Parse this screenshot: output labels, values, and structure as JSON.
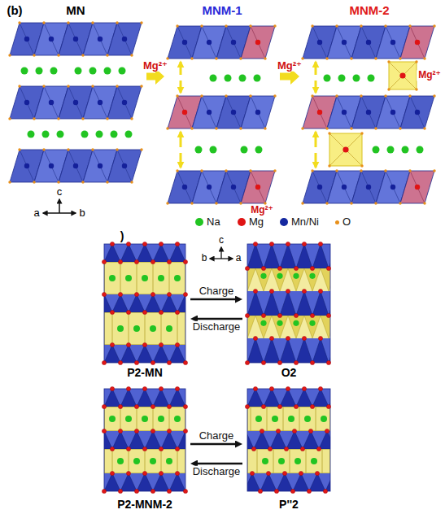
{
  "diagram": {
    "nodes": [
      {
        "text": [
          "MN"
        ]
      },
      {
        "text": [
          "MNM-1"
        ]
      },
      {
        "text": [
          "MNM-2"
        ]
      },
      {
        "text": [
          "P2-MN"
        ]
      },
      {
        "text": [
          "O2"
        ]
      },
      {
        "text": [
          "P2-MNM-2"
        ]
      },
      {
        "text": [
          "P''2"
        ]
      }
    ],
    "edges": [
      {
        "from": 0,
        "to": 1,
        "label": "Mg²⁺",
        "arrow": "to"
      },
      {
        "from": 1,
        "to": 2,
        "label": "Mg²⁺",
        "arrow": "to"
      },
      {
        "from": 3,
        "to": 4,
        "label": "Charge",
        "arrow": "to"
      },
      {
        "from": 4,
        "to": 3,
        "label": "Discharge",
        "arrow": "to"
      },
      {
        "from": 5,
        "to": 6,
        "label": "Charge",
        "arrow": "to"
      },
      {
        "from": 6,
        "to": 5,
        "label": "Discharge",
        "arrow": "to"
      }
    ],
    "labels": [
      "(b)",
      "c",
      "a",
      "b",
      "Mg²⁺",
      "Mg²⁺",
      ")",
      "c",
      "b",
      "a"
    ],
    "legend": [
      {
        "text": "Na",
        "color": "#22c422"
      },
      {
        "text": "Mg",
        "color": "#e01414"
      },
      {
        "text": "Mn/Ni",
        "color": "#1428a0"
      },
      {
        "text": "O",
        "color": "#e8901a"
      }
    ]
  }
}
